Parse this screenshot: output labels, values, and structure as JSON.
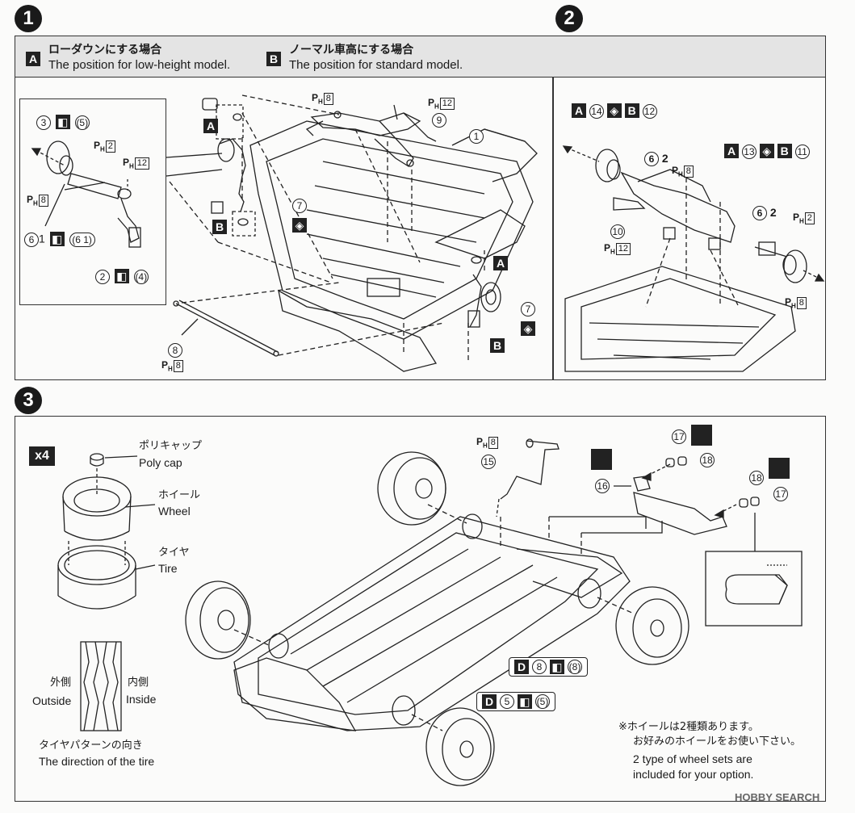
{
  "steps": {
    "s1": "1",
    "s2": "2",
    "s3": "3"
  },
  "header": {
    "a_box": "A",
    "a_jp": "ローダウンにする場合",
    "a_en": "The position for low-height model.",
    "b_box": "B",
    "b_jp": "ノーマル車高にする場合",
    "b_en": "The position for standard model."
  },
  "step1": {
    "inset_parts": {
      "p3": "3",
      "p5": "(5)",
      "p6": "6",
      "p6n": "1",
      "p61": "(6 1)",
      "p2": "2",
      "p4": "(4)"
    },
    "ph_inset_2": "2",
    "ph_inset_12": "12",
    "ph_inset_8": "8",
    "box_a": "A",
    "box_b": "B",
    "ph_8_top": "8",
    "ph_12_top": "12",
    "part_9": "9",
    "part_1": "1",
    "part_7a": "7",
    "part_7b": "7",
    "part_8": "8",
    "ph_8_bottom": "8"
  },
  "step2": {
    "row1": {
      "a": "A",
      "n1": "14",
      "b": "B",
      "n2": "12"
    },
    "row2": {
      "a": "A",
      "n1": "13",
      "b": "B",
      "n2": "11"
    },
    "p6a": "6",
    "p6a_n": "2",
    "p6b": "6",
    "p6b_n": "2",
    "ph_8_top": "8",
    "ph_2": "2",
    "p10": "10",
    "ph_12": "12",
    "ph_8_bottom": "8"
  },
  "step3": {
    "qty": "x4",
    "poly_jp": "ポリキャップ",
    "poly_en": "Poly cap",
    "wheel_jp": "ホイール",
    "wheel_en": "Wheel",
    "tire_jp": "タイヤ",
    "tire_en": "Tire",
    "out_jp": "外側",
    "out_en": "Outside",
    "in_jp": "内側",
    "in_en": "Inside",
    "dir_jp": "タイヤパターンの向き",
    "dir_en": "The direction of the tire",
    "ph_8": "8",
    "p15": "15",
    "p16": "16",
    "p17a": "17",
    "p18a": "18",
    "p18b": "18",
    "p17b": "17",
    "callout1": {
      "d": "D",
      "n": "8",
      "m": "(8)"
    },
    "callout2": {
      "d": "D",
      "n": "5",
      "m": "(5)"
    },
    "note_jp1": "※ホイールは2種類あります。",
    "note_jp2": "お好みのホイールをお使い下さい。",
    "note_en1": "2 type of wheel sets are",
    "note_en2": "included for your option."
  },
  "watermark": "HOBBY SEARCH"
}
